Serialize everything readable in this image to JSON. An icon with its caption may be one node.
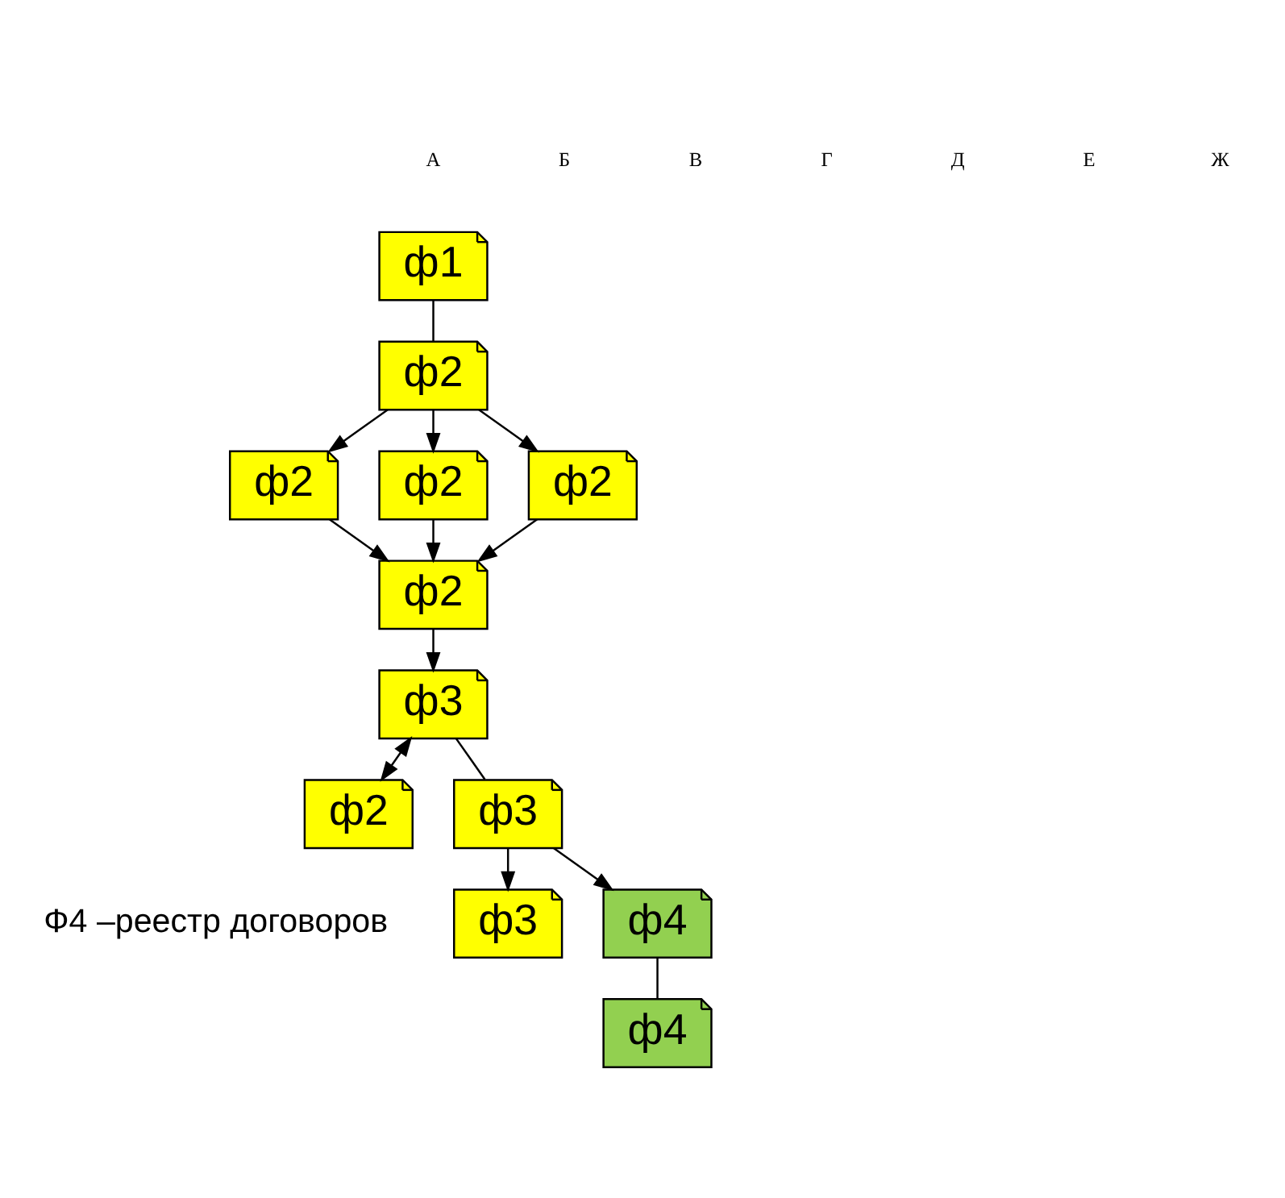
{
  "diagram": {
    "nodes": [
      {
        "text": [
          "ф1"
        ]
      },
      {
        "text": [
          "ф2"
        ]
      },
      {
        "text": [
          "ф2"
        ]
      },
      {
        "text": [
          "ф2"
        ]
      },
      {
        "text": [
          "ф2"
        ]
      },
      {
        "text": [
          "ф2"
        ]
      },
      {
        "text": [
          "ф3"
        ]
      },
      {
        "text": [
          "ф2"
        ]
      },
      {
        "text": [
          "ф3"
        ]
      },
      {
        "text": [
          "ф3"
        ]
      },
      {
        "text": [
          "ф4"
        ]
      },
      {
        "text": [
          "ф4"
        ]
      }
    ],
    "edges": [
      {
        "from": 0,
        "to": 1,
        "arrow": "none"
      },
      {
        "from": 1,
        "to": 2,
        "arrow": "to"
      },
      {
        "from": 1,
        "to": 3,
        "arrow": "to"
      },
      {
        "from": 1,
        "to": 4,
        "arrow": "to"
      },
      {
        "from": 2,
        "to": 5,
        "arrow": "to"
      },
      {
        "from": 3,
        "to": 5,
        "arrow": "to"
      },
      {
        "from": 4,
        "to": 5,
        "arrow": "to"
      },
      {
        "from": 5,
        "to": 6,
        "arrow": "to"
      },
      {
        "from": 6,
        "to": 7,
        "arrow": "both"
      },
      {
        "from": 6,
        "to": 8,
        "arrow": "none"
      },
      {
        "from": 8,
        "to": 9,
        "arrow": "to"
      },
      {
        "from": 8,
        "to": 10,
        "arrow": "to"
      },
      {
        "from": 10,
        "to": 11,
        "arrow": "none"
      }
    ],
    "labels": [
      "А",
      "Б",
      "В",
      "Г",
      "Д",
      "Е",
      "Ж",
      "Ф4 –реестр договоров"
    ]
  }
}
